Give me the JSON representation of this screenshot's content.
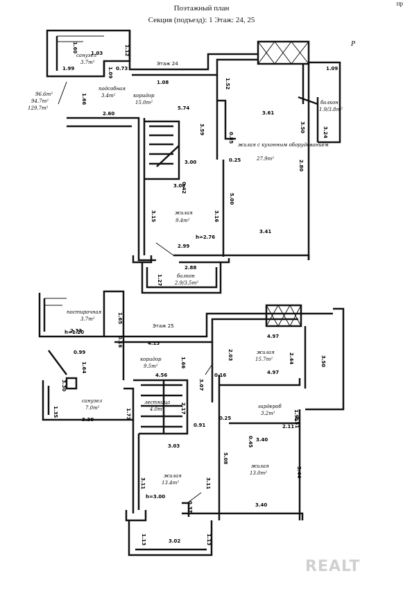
{
  "header": {
    "title": "Поэтажный план",
    "subtitle": "Секция (подъезд): 1   Этаж: 24, 25",
    "corner": "пр",
    "watermark": "REALT"
  },
  "north_mark": "P",
  "floor24": {
    "floor_label": "Этаж 24",
    "rooms": {
      "bath": {
        "name": "санузел",
        "area": "3.7m²"
      },
      "storage": {
        "name": "подсобная",
        "area": "3.4m²"
      },
      "corridor": {
        "name": "коридор",
        "area": "15.0m²"
      },
      "living": {
        "name": "жилая с кухонным оборудованием",
        "area": "27.9m²"
      },
      "balcony_r": {
        "name": "балкон",
        "area": "1.9/3.8m²"
      },
      "room": {
        "name": "жилая",
        "area": "9.4m²"
      },
      "balcony_b": {
        "name": "балкон",
        "area": "2.9/3.5m²"
      }
    },
    "height": "h=2.76",
    "total_area_1": "96.6m²",
    "total_area_2": "94.7m²",
    "total_area_3": "129.7m²",
    "dims": [
      "1.60",
      "1.03",
      "1.12",
      "1.99",
      "1.09",
      "0.73",
      "1.08",
      "1.66",
      "2.60",
      "5.74",
      "1.52",
      "3.59",
      "1.09",
      "3.61",
      "3.50",
      "0.85",
      "3.00",
      "0.25",
      "3.09",
      "0.42",
      "2.80",
      "3.24",
      "3.15",
      "5.00",
      "3.16",
      "3.41",
      "2.99",
      "2.88",
      "1.27"
    ]
  },
  "floor25": {
    "floor_label": "Этаж 25",
    "rooms": {
      "laundry": {
        "name": "постирочная",
        "area": "3.7m²"
      },
      "corridor": {
        "name": "коридор",
        "area": "9.5m²"
      },
      "room_tr": {
        "name": "жилая",
        "area": "15.7m²"
      },
      "bath": {
        "name": "санузел",
        "area": "7.0m²"
      },
      "stairs": {
        "name": "лестница",
        "area": "4.0m²"
      },
      "wardrobe": {
        "name": "гардероб",
        "area": "3.2m²"
      },
      "room_c": {
        "name": "жилая",
        "area": "13.4m²"
      },
      "room_r": {
        "name": "жилая",
        "area": "13.0m²"
      }
    },
    "height": "h=3.00",
    "stair_height": "h=1.20",
    "dims": [
      "1.65",
      "2.33",
      "0.99",
      "0.16",
      "4.13",
      "2.03",
      "4.97",
      "2.44",
      "3.50",
      "1.64",
      "4.56",
      "1.66",
      "3.30",
      "3.07",
      "0.16",
      "4.97",
      "3.30",
      "1.35",
      "1.73",
      "2.17",
      "1.91",
      "0.91",
      "0.25",
      "3.40",
      "2.11",
      "1.51",
      "0.45",
      "3.03",
      "5.08",
      "3.11",
      "3.11",
      "3.44",
      "0.37",
      "3.40",
      "1.13",
      "3.02",
      "1.13"
    ]
  }
}
